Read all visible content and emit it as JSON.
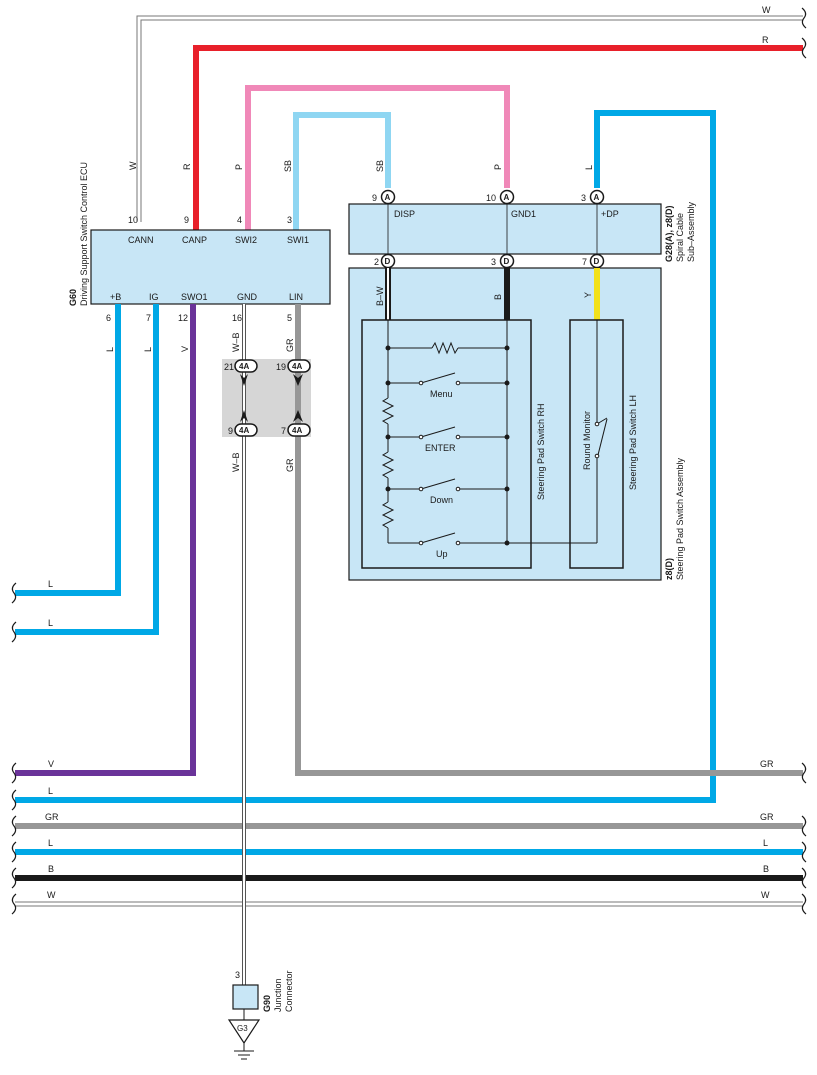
{
  "colors": {
    "W": "#ffffff",
    "R": "#e8202a",
    "P": "#f088b8",
    "SB": "#8fd6f2",
    "L": "#00a8e6",
    "V": "#6a3399",
    "GR": "#979797",
    "B": "#1a1a1a",
    "Y": "#f2e11a",
    "WB": "#ffffff",
    "BW": "#ffffff",
    "box_fill": "#c8e6f6",
    "junction_fill": "#d6d6d6"
  },
  "wire_labels": {
    "top_w": "W",
    "top_r": "R",
    "w10": "W",
    "r9": "R",
    "p4": "P",
    "sb3": "SB",
    "sb9a": "SB",
    "p10a": "P",
    "l3a": "L",
    "l6": "L",
    "l7": "L",
    "v12": "V",
    "wb16": "W–B",
    "gr5": "GR",
    "wb_lower": "W–B",
    "gr_lower": "GR",
    "bw2d": "B–W",
    "b3d": "B",
    "y7d": "Y",
    "l_left1": "L",
    "l_left2": "L",
    "bus_v_left": "V",
    "bus_gr_top_right": "GR",
    "bus_l_left": "L",
    "bus_gr_left": "GR",
    "bus_gr_right": "GR",
    "bus_l2_left": "L",
    "bus_l2_right": "L",
    "bus_b_left": "B",
    "bus_b_right": "B",
    "bus_w_left": "W",
    "bus_w_right": "W"
  },
  "ecu": {
    "code": "G60",
    "name": "Driving Support Switch Control ECU",
    "top_pins": [
      {
        "num": "10",
        "label": "CANN"
      },
      {
        "num": "9",
        "label": "CANP"
      },
      {
        "num": "4",
        "label": "SWI2"
      },
      {
        "num": "3",
        "label": "SWI1"
      }
    ],
    "bottom_pins": [
      {
        "num": "6",
        "label": "+B"
      },
      {
        "num": "7",
        "label": "IG"
      },
      {
        "num": "12",
        "label": "SWO1"
      },
      {
        "num": "16",
        "label": "GND"
      },
      {
        "num": "5",
        "label": "LIN"
      }
    ]
  },
  "spiral": {
    "code": "G28(A), z8(D)",
    "name1": "Spiral Cable",
    "name2": "Sub–Assembly",
    "top_pins": [
      {
        "num": "9",
        "conn": "A",
        "label": "DISP"
      },
      {
        "num": "10",
        "conn": "A",
        "label": "GND1"
      },
      {
        "num": "3",
        "conn": "A",
        "label": "+DP"
      }
    ],
    "bottom_pins": [
      {
        "num": "2",
        "conn": "D"
      },
      {
        "num": "3",
        "conn": "D"
      },
      {
        "num": "7",
        "conn": "D"
      }
    ]
  },
  "steering_assembly": {
    "code": "z8(D)",
    "name": "Steering Pad Switch Assembly",
    "rh_name": "Steering Pad Switch RH",
    "lh_name": "Steering Pad Switch LH",
    "switches": [
      "Menu",
      "ENTER",
      "Down",
      "Up"
    ],
    "lh_switch": "Round Monitor"
  },
  "junction_4a": {
    "conn": "4A",
    "pins": [
      {
        "num": "21"
      },
      {
        "num": "19"
      },
      {
        "num": "9"
      },
      {
        "num": "7"
      }
    ]
  },
  "g90": {
    "code": "G90",
    "name1": "Junction",
    "name2": "Connector",
    "pin": "3"
  },
  "ground": {
    "label": "G3"
  }
}
